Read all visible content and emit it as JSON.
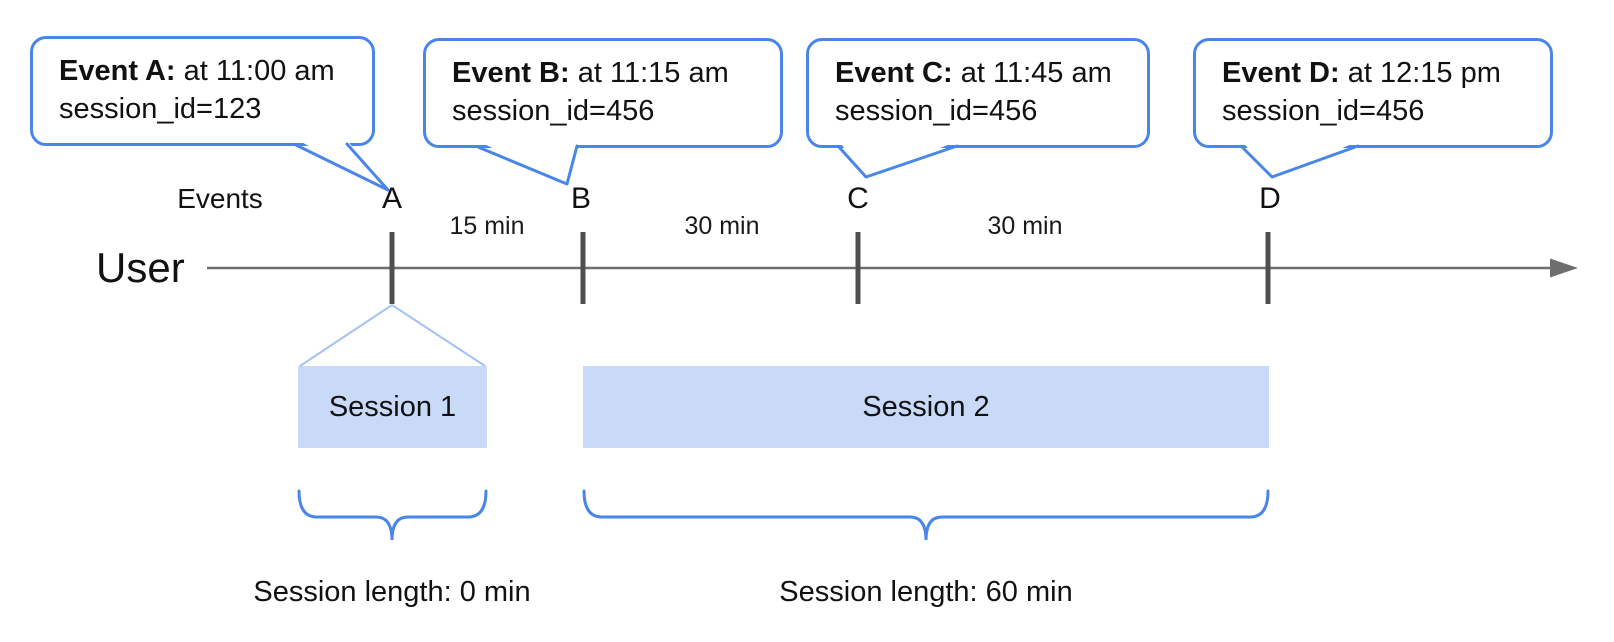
{
  "bubbles": [
    {
      "title": "Event A:",
      "time": "at 11:00 am",
      "session": "session_id=123"
    },
    {
      "title": "Event B:",
      "time": "at 11:15 am",
      "session": "session_id=456"
    },
    {
      "title": "Event C:",
      "time": "at 11:45 am",
      "session": "session_id=456"
    },
    {
      "title": "Event D:",
      "time": "at 12:15 pm",
      "session": "session_id=456"
    }
  ],
  "timeline": {
    "events_label": "Events",
    "user_label": "User",
    "ticks": [
      "A",
      "B",
      "C",
      "D"
    ],
    "intervals": [
      "15 min",
      "30 min",
      "30 min"
    ]
  },
  "sessions": [
    {
      "label": "Session 1",
      "length_label": "Session length: 0 min"
    },
    {
      "label": "Session 2",
      "length_label": "Session length: 60 min"
    }
  ],
  "colors": {
    "bubble_border": "#4a86e8",
    "brace": "#4a86e8",
    "session_bar_fill": "#c9daf8",
    "funnel_line": "#a4c2f4",
    "timeline_line": "#6e6e6e",
    "tick_mark": "#4f4f4f",
    "text": "#111111"
  }
}
